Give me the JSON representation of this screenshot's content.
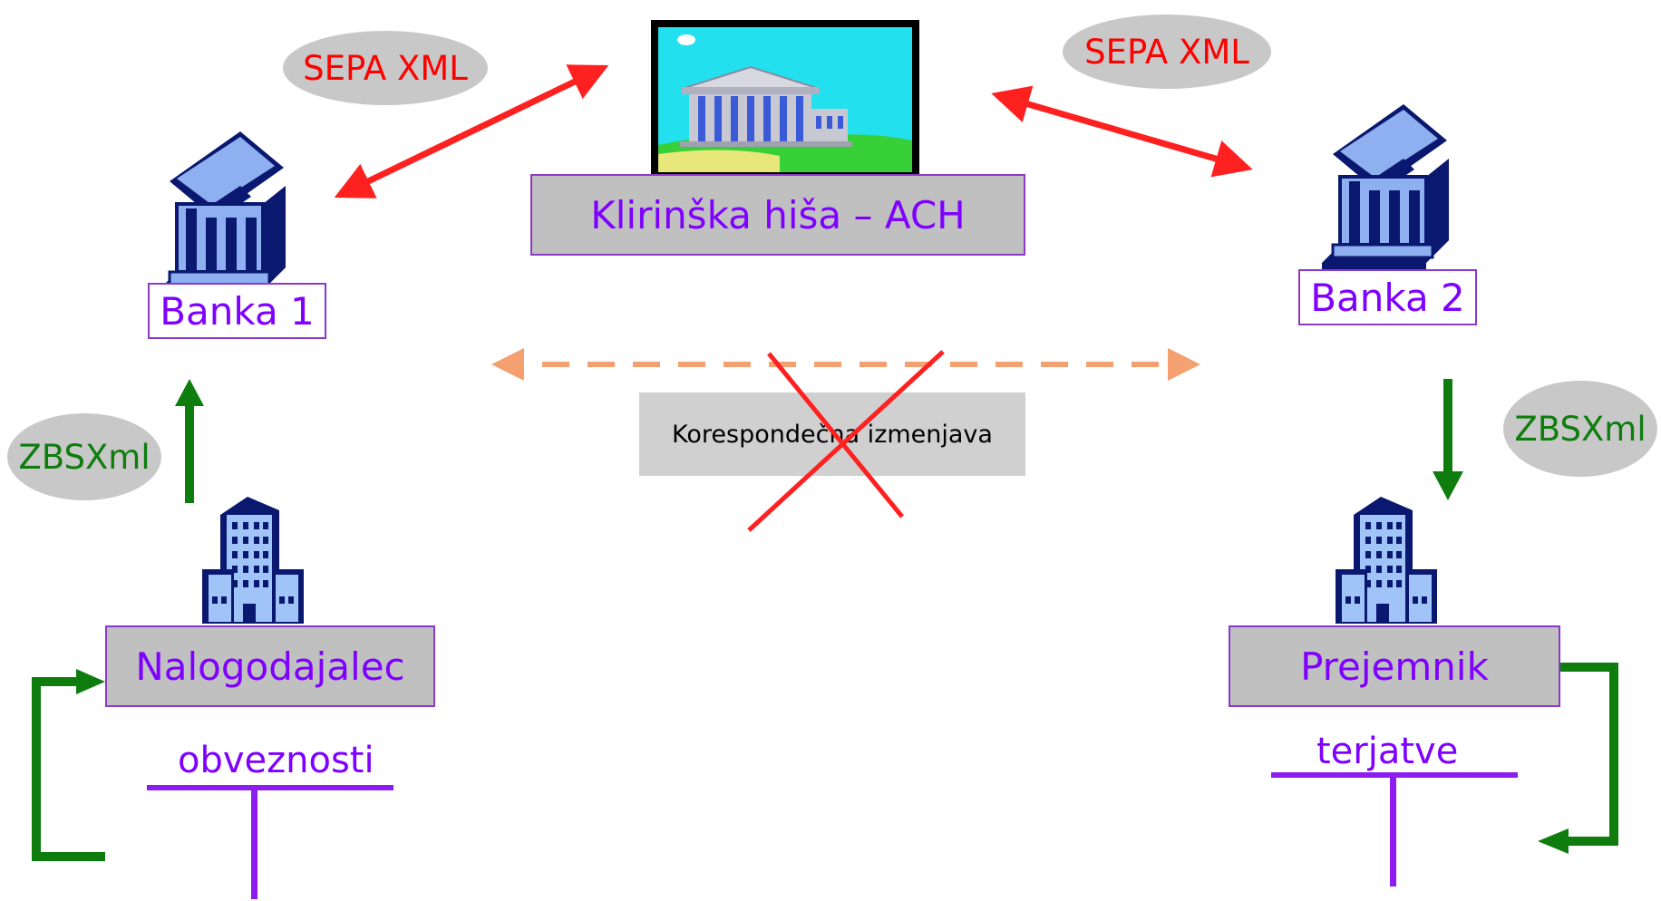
{
  "nodes": {
    "ach": "Klirinška hiša – ACH",
    "bank1": "Banka 1",
    "bank2": "Banka 2",
    "sender": "Nalogodajalec",
    "receiver": "Prejemnik",
    "correspondent": "Korespondečna izmenjava"
  },
  "formats": {
    "left_sepa": "SEPA XML",
    "right_sepa": "SEPA XML",
    "left_zbs": "ZBSXml",
    "right_zbs": "ZBSXml"
  },
  "accounts": {
    "left": "obveznosti",
    "right": "terjatve"
  },
  "colors": {
    "node_text": "#7f00ff",
    "node_border": "#8c39c8",
    "node_fill": "#c0c0c0",
    "sepa_arrow": "#ff2020",
    "zbs_arrow": "#0e7d0e",
    "dashed_arrow": "#f4a070",
    "cross": "#ff2020",
    "account_line": "#8c1cf0"
  },
  "icons": [
    "courthouse-picture",
    "bank-building-icon",
    "office-building-icon"
  ]
}
